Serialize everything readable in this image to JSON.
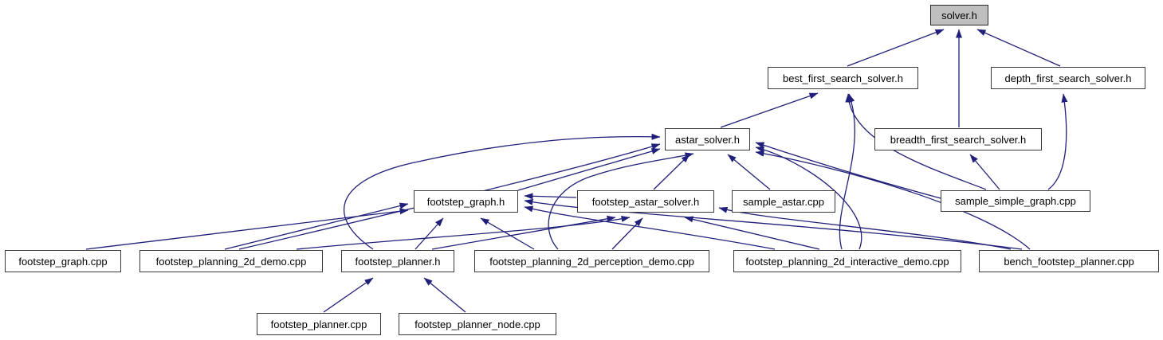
{
  "diagram": {
    "type": "include-dependency-graph",
    "root": "solver.h",
    "colors": {
      "edge": "#20207a",
      "node_border": "#3a3a3a",
      "node_fill": "#ffffff",
      "highlight_fill": "#bfbfbf",
      "text": "#000000",
      "background": "#ffffff"
    },
    "nodes": [
      {
        "id": "solver-h",
        "label": "solver.h",
        "highlighted": true
      },
      {
        "id": "best-first-search-solver-h",
        "label": "best_first_search_solver.h",
        "highlighted": false
      },
      {
        "id": "depth-first-search-solver-h",
        "label": "depth_first_search_solver.h",
        "highlighted": false
      },
      {
        "id": "astar-solver-h",
        "label": "astar_solver.h",
        "highlighted": false
      },
      {
        "id": "breadth-first-search-solver-h",
        "label": "breadth_first_search_solver.h",
        "highlighted": false
      },
      {
        "id": "footstep-graph-h",
        "label": "footstep_graph.h",
        "highlighted": false
      },
      {
        "id": "footstep-astar-solver-h",
        "label": "footstep_astar_solver.h",
        "highlighted": false
      },
      {
        "id": "sample-astar-cpp",
        "label": "sample_astar.cpp",
        "highlighted": false
      },
      {
        "id": "sample-simple-graph-cpp",
        "label": "sample_simple_graph.cpp",
        "highlighted": false
      },
      {
        "id": "footstep-graph-cpp",
        "label": "footstep_graph.cpp",
        "highlighted": false
      },
      {
        "id": "footstep-planning-2d-demo-cpp",
        "label": "footstep_planning_2d_demo.cpp",
        "highlighted": false
      },
      {
        "id": "footstep-planner-h",
        "label": "footstep_planner.h",
        "highlighted": false
      },
      {
        "id": "footstep-planning-2d-perception-demo-cpp",
        "label": "footstep_planning_2d_perception_demo.cpp",
        "highlighted": false
      },
      {
        "id": "footstep-planning-2d-interactive-demo-cpp",
        "label": "footstep_planning_2d_interactive_demo.cpp",
        "highlighted": false
      },
      {
        "id": "bench-footstep-planner-cpp",
        "label": "bench_footstep_planner.cpp",
        "highlighted": false
      },
      {
        "id": "footstep-planner-cpp",
        "label": "footstep_planner.cpp",
        "highlighted": false
      },
      {
        "id": "footstep-planner-node-cpp",
        "label": "footstep_planner_node.cpp",
        "highlighted": false
      }
    ],
    "edges": [
      {
        "from": "best-first-search-solver-h",
        "to": "solver-h"
      },
      {
        "from": "breadth-first-search-solver-h",
        "to": "solver-h"
      },
      {
        "from": "depth-first-search-solver-h",
        "to": "solver-h"
      },
      {
        "from": "astar-solver-h",
        "to": "best-first-search-solver-h"
      },
      {
        "from": "sample-simple-graph-cpp",
        "to": "best-first-search-solver-h"
      },
      {
        "from": "sample-simple-graph-cpp",
        "to": "breadth-first-search-solver-h"
      },
      {
        "from": "sample-simple-graph-cpp",
        "to": "depth-first-search-solver-h"
      },
      {
        "from": "sample-simple-graph-cpp",
        "to": "astar-solver-h"
      },
      {
        "from": "footstep-graph-h",
        "to": "astar-solver-h"
      },
      {
        "from": "footstep-astar-solver-h",
        "to": "astar-solver-h"
      },
      {
        "from": "sample-astar-cpp",
        "to": "astar-solver-h"
      },
      {
        "from": "footstep-planning-2d-demo-cpp",
        "to": "astar-solver-h"
      },
      {
        "from": "footstep-planner-h",
        "to": "astar-solver-h"
      },
      {
        "from": "footstep-planning-2d-perception-demo-cpp",
        "to": "astar-solver-h"
      },
      {
        "from": "footstep-planning-2d-interactive-demo-cpp",
        "to": "astar-solver-h"
      },
      {
        "from": "footstep-planning-2d-interactive-demo-cpp",
        "to": "best-first-search-solver-h"
      },
      {
        "from": "bench-footstep-planner-cpp",
        "to": "astar-solver-h"
      },
      {
        "from": "footstep-graph-cpp",
        "to": "footstep-graph-h"
      },
      {
        "from": "footstep-planning-2d-demo-cpp",
        "to": "footstep-graph-h"
      },
      {
        "from": "footstep-planner-h",
        "to": "footstep-graph-h"
      },
      {
        "from": "footstep-planning-2d-perception-demo-cpp",
        "to": "footstep-graph-h"
      },
      {
        "from": "footstep-planning-2d-interactive-demo-cpp",
        "to": "footstep-graph-h"
      },
      {
        "from": "bench-footstep-planner-cpp",
        "to": "footstep-graph-h"
      },
      {
        "from": "footstep-astar-solver-h",
        "to": "footstep-graph-h"
      },
      {
        "from": "footstep-planner-h",
        "to": "footstep-astar-solver-h"
      },
      {
        "from": "footstep-planning-2d-demo-cpp",
        "to": "footstep-astar-solver-h"
      },
      {
        "from": "footstep-planning-2d-perception-demo-cpp",
        "to": "footstep-astar-solver-h"
      },
      {
        "from": "footstep-planning-2d-interactive-demo-cpp",
        "to": "footstep-astar-solver-h"
      },
      {
        "from": "bench-footstep-planner-cpp",
        "to": "footstep-astar-solver-h"
      },
      {
        "from": "footstep-planner-cpp",
        "to": "footstep-planner-h"
      },
      {
        "from": "footstep-planner-node-cpp",
        "to": "footstep-planner-h"
      }
    ]
  }
}
